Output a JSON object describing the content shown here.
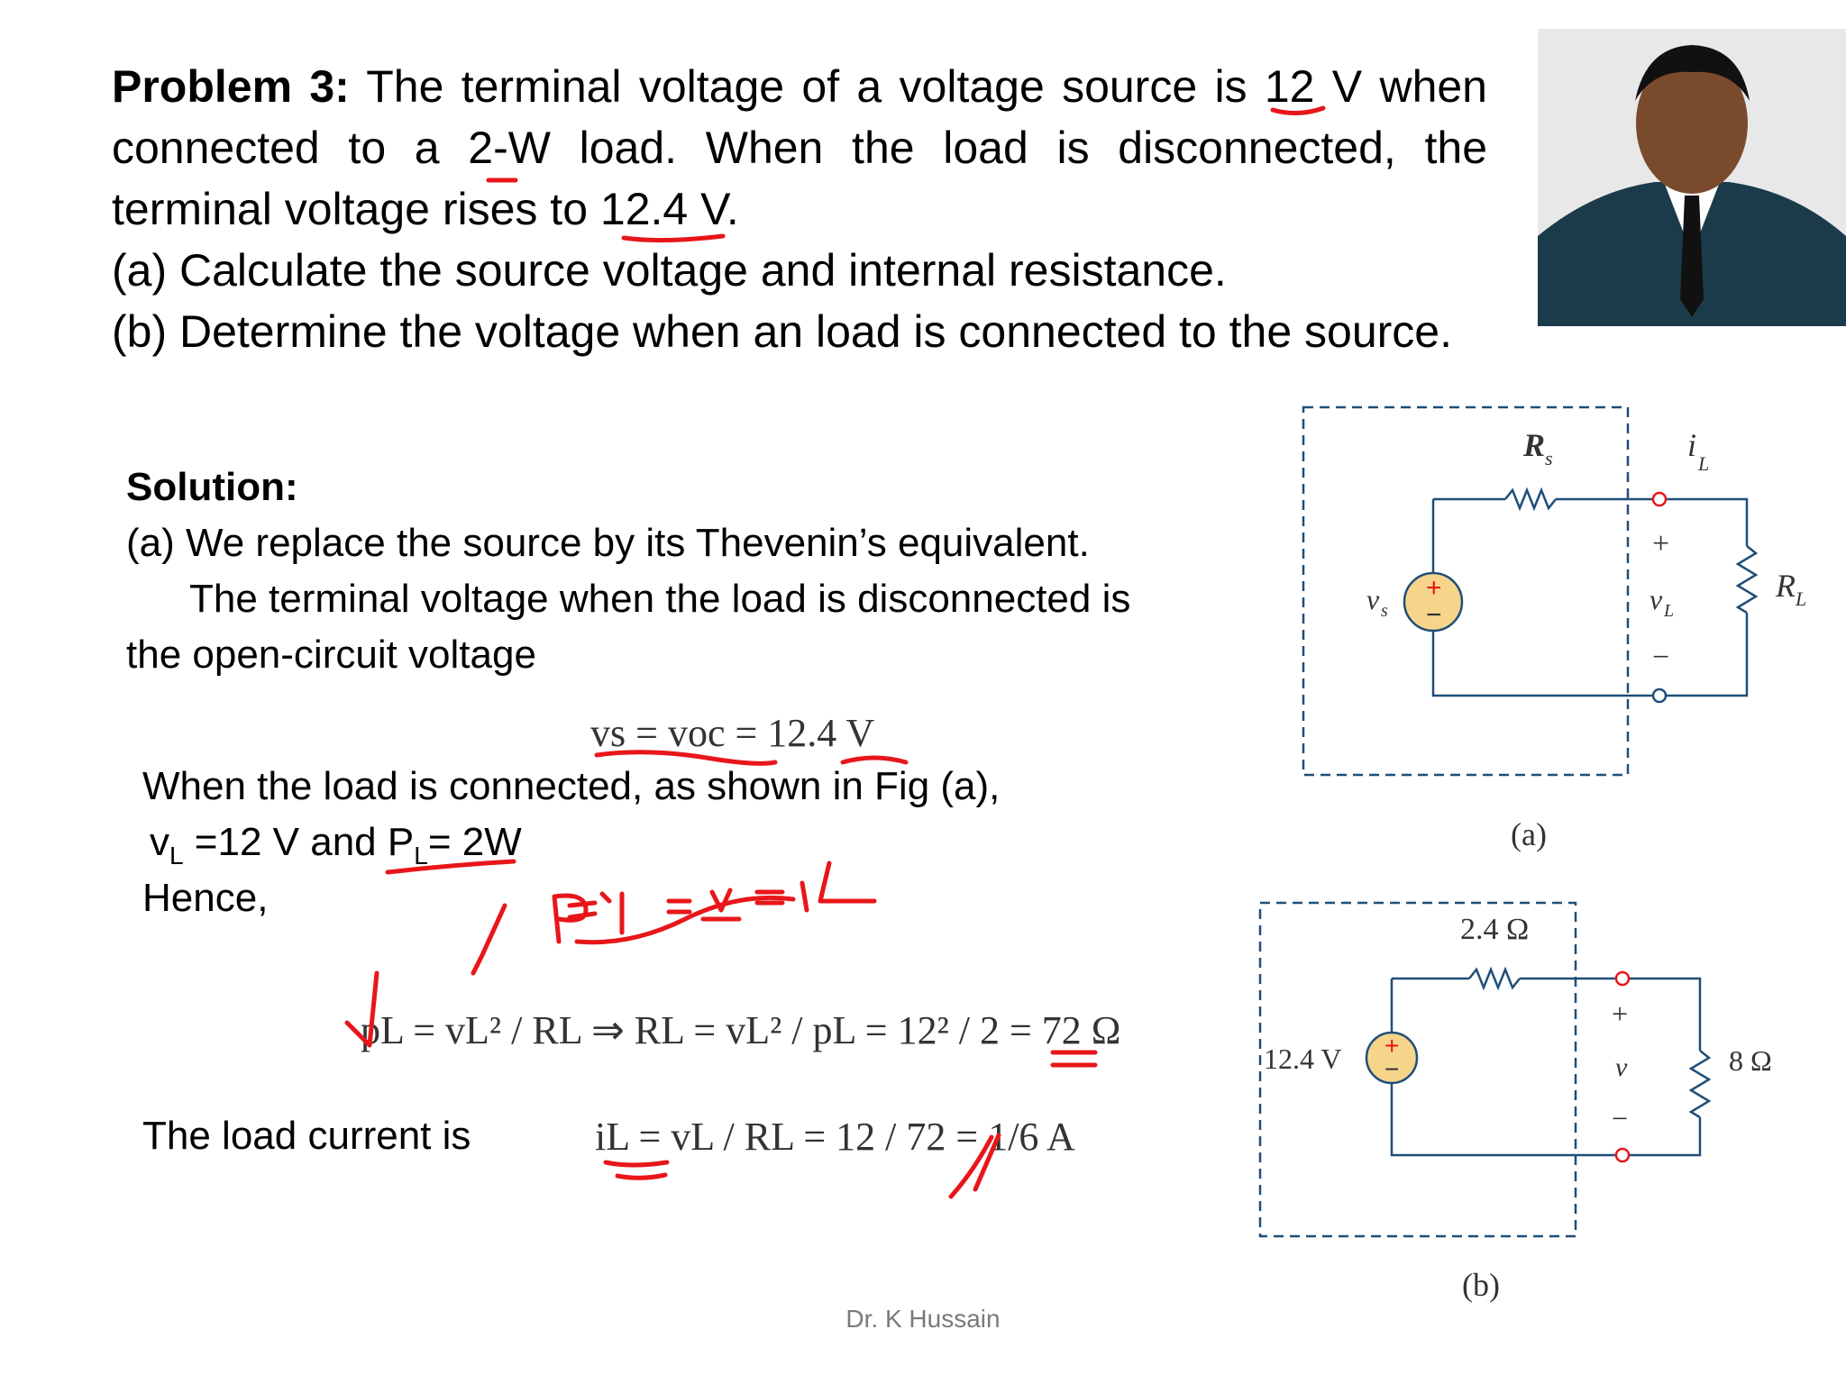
{
  "problem": {
    "label": "Problem 3:",
    "line1": " The terminal voltage of a voltage source is 12 V when connected to a 2-W load. When the load is disconnected, the terminal voltage rises to 12.4 V.",
    "part_a": "(a) Calculate the source voltage and internal resistance.",
    "part_b": "(b) Determine the voltage when an load is connected to the source."
  },
  "solution": {
    "heading": "Solution:",
    "a_line1": "(a)  We replace the source by its Thevenin’s equivalent.",
    "a_line2": "The terminal voltage when the load is disconnected is",
    "a_line3": "the open-circuit voltage",
    "eq_voc": "vs = voc = 12.4 V",
    "when_connected": "When the load is connected, as shown in Fig (a),",
    "vl": "v",
    "vl_sub": "L",
    "vl_rest": " =12 V and P",
    "pl_sub": "L",
    "pl_rest": "= 2W",
    "hence": "Hence,",
    "load_current": "The load current is",
    "eq_pl": "pL = vL² / RL   ⇒   RL = vL² / pL = 12² / 2 = 72 Ω",
    "eq_il": "iL = vL / RL = 12 / 72 = 1/6 A"
  },
  "circuit_a": {
    "caption": "(a)",
    "rs": "R",
    "rs_sub": "s",
    "il": "i",
    "il_sub": "L",
    "vs": "v",
    "vs_sub": "s",
    "vl": "v",
    "vl_sub": "L",
    "rl": "R",
    "rl_sub": "L",
    "plus": "+",
    "minus": "−"
  },
  "circuit_b": {
    "caption": "(b)",
    "r_int": "2.4 Ω",
    "source": "12.4 V",
    "v": "v",
    "r_load": "8 Ω",
    "plus": "+",
    "minus": "−"
  },
  "annotations": {
    "handwritten": "P = V·I = V²/R = I²R"
  },
  "footer": "Dr. K Hussain",
  "colors": {
    "wire": "#1f4e79",
    "annotation": "#e8161a",
    "source_fill": "#f6d58a"
  }
}
